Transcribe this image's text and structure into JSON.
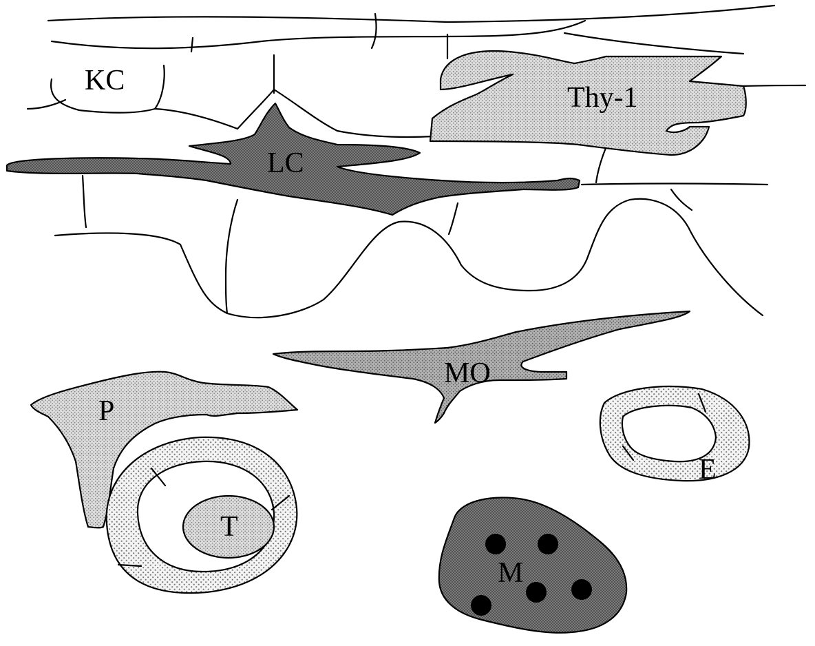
{
  "labels": {
    "kc": "KC",
    "thy1": "Thy-1",
    "lc": "LC",
    "mo": "MO",
    "p": "P",
    "t": "T",
    "e": "E",
    "m": "M"
  },
  "colors": {
    "light_gray": "#d8d8d8",
    "dark_gray": "#6f6f6f",
    "medium_gray": "#a6a6a6",
    "dotted_ring": "#eeeeee",
    "outline": "#000000"
  }
}
